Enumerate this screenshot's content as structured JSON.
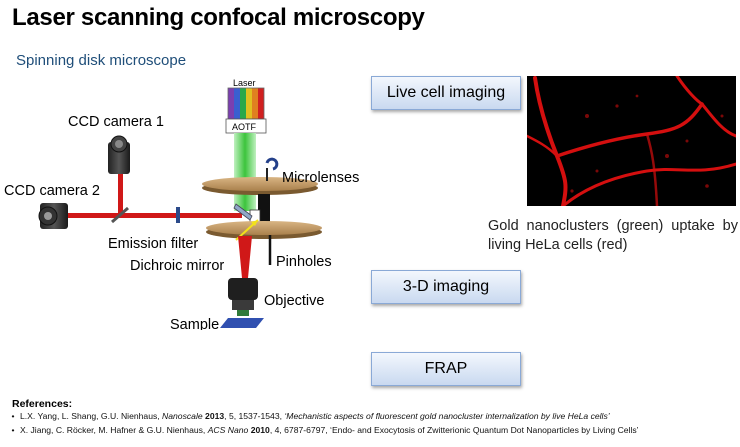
{
  "title": "Laser scanning confocal microscopy",
  "subtitle": "Spinning disk microscope",
  "diagram": {
    "laser_label": "Laser",
    "aotf_label": "AOTF",
    "ccd1_label": "CCD camera 1",
    "ccd2_label": "CCD camera 2",
    "microlenses_label": "Microlenses",
    "emission_filter_label": "Emission filter",
    "dichroic_label": "Dichroic mirror",
    "pinholes_label": "Pinholes",
    "objective_label": "Objective",
    "sample_label": "Sample"
  },
  "buttons": {
    "live": "Live cell imaging",
    "imaging3d": "3-D imaging",
    "frap": "FRAP"
  },
  "caption": "Gold nanoclusters (green) uptake by living HeLa cells (red)",
  "references": {
    "title": "References:",
    "bullet": "•",
    "ref1": {
      "authors": "L.X. Yang, L. Shang, G.U. Nienhaus, ",
      "journal": "Nanoscale",
      "year": "2013",
      "pages": ", 5, 1537-1543, ",
      "title": "‘Mechanistic aspects of fluorescent gold nanocluster internalization by live HeLa cells’"
    },
    "ref2": {
      "authors": "X. Jiang, C. Röcker, M. Hafner & G.U. Nienhaus, ",
      "journal": "ACS Nano",
      "year": "2010",
      "pages": ", 4, 6787-6797, ",
      "title": "‘Endo- and Exocytosis of Zwitterionic Quantum Dot Nanoparticles by Living Cells’"
    }
  },
  "colors": {
    "laser_bands": [
      "#7b3fb0",
      "#3a5fd0",
      "#2aa84a",
      "#e0c020",
      "#e08020",
      "#d02020"
    ],
    "excitation": "#3cc43c",
    "emission": "#d01818",
    "disk": "#c9a06a",
    "live_cell_stain": "#e01010"
  }
}
